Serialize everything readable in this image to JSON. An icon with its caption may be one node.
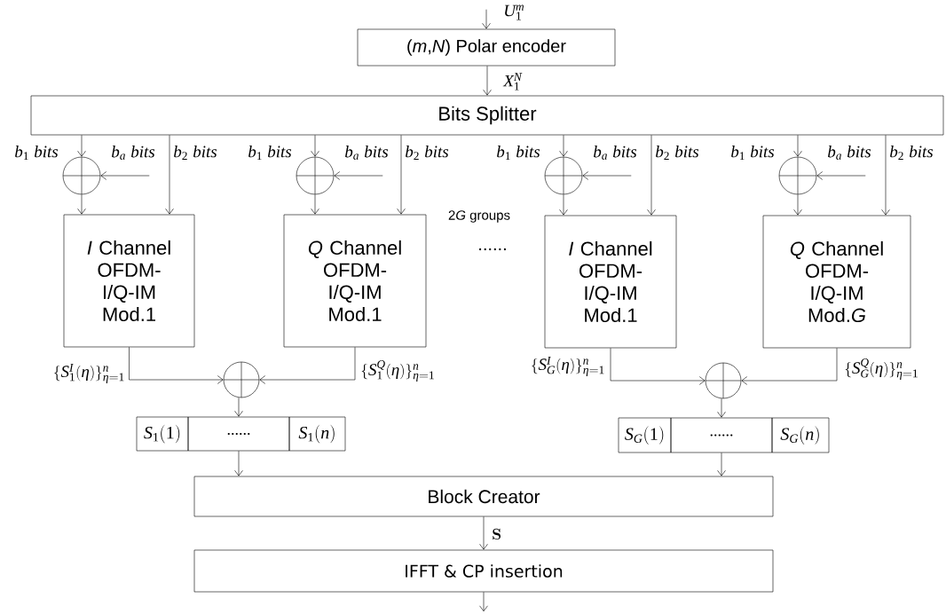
{
  "diagram": {
    "nodes": [
      {
        "text": [
          "(*m*,*N*) Polar encoder"
        ]
      },
      {
        "text": [
          "Bits Splitter"
        ]
      },
      {
        "text": [],
        "shape": "circle"
      },
      {
        "text": [
          "*I* Channel OFDM- I/Q-IM Mod.1"
        ]
      },
      {
        "text": [],
        "shape": "circle"
      },
      {
        "text": [
          "*Q* Channel OFDM- I/Q-IM Mod.1"
        ]
      },
      {
        "text": [],
        "shape": "circle"
      },
      {
        "text": [
          "*I* Channel OFDM- I/Q-IM Mod.1"
        ]
      },
      {
        "text": [],
        "shape": "circle"
      },
      {
        "text": [
          "*Q* Channel OFDM- I/Q-IM Mod.*G*"
        ]
      },
      {
        "text": [],
        "shape": "circle"
      },
      {
        "text": [
          "S_1(1)"
        ]
      },
      {
        "text": [
          "......"
        ]
      },
      {
        "text": [
          "S_1(n)"
        ]
      },
      {
        "text": [],
        "shape": "circle"
      },
      {
        "text": [
          "S_G(1)"
        ]
      },
      {
        "text": [
          "......"
        ]
      },
      {
        "text": [
          "S_G(n)"
        ]
      },
      {
        "text": [
          "Block Creator"
        ]
      },
      {
        "text": [
          "IFFT & CP insertion"
        ]
      }
    ],
    "edges": [
      {
        "from": null,
        "to": 0,
        "arrow": "to",
        "label": "U_1^{m}"
      },
      {
        "from": 0,
        "to": 1,
        "arrow": "to",
        "label": "X_1^{N}"
      },
      {
        "from": 1,
        "to": 2,
        "arrow": "to",
        "label": "b_1\\ bits"
      },
      {
        "from": null,
        "to": 2,
        "arrow": "to",
        "label": "b_a\\ bits"
      },
      {
        "from": 2,
        "to": 3,
        "arrow": "to"
      },
      {
        "from": 1,
        "to": 3,
        "arrow": "to",
        "label": "b_2\\ bits"
      },
      {
        "from": 1,
        "to": 4,
        "arrow": "to",
        "label": "b_1\\ bits"
      },
      {
        "from": null,
        "to": 4,
        "arrow": "to",
        "label": "b_a\\ bits"
      },
      {
        "from": 4,
        "to": 5,
        "arrow": "to"
      },
      {
        "from": 1,
        "to": 5,
        "arrow": "to",
        "label": "b_2\\ bits"
      },
      {
        "from": 1,
        "to": 6,
        "arrow": "to",
        "label": "b_1\\ bits"
      },
      {
        "from": null,
        "to": 6,
        "arrow": "to",
        "label": "b_a\\ bits"
      },
      {
        "from": 6,
        "to": 7,
        "arrow": "to"
      },
      {
        "from": 1,
        "to": 7,
        "arrow": "to",
        "label": "b_2\\ bits"
      },
      {
        "from": 1,
        "to": 8,
        "arrow": "to",
        "label": "b_1\\ bits"
      },
      {
        "from": null,
        "to": 8,
        "arrow": "to",
        "label": "b_a\\ bits"
      },
      {
        "from": 8,
        "to": 9,
        "arrow": "to"
      },
      {
        "from": 1,
        "to": 9,
        "arrow": "to",
        "label": "b_2\\ bits"
      },
      {
        "from": 3,
        "to": 10,
        "arrow": "to",
        "label": "\\{S_1^{I}(\\eta)\\}_{\\eta=1}^{n}"
      },
      {
        "from": 5,
        "to": 10,
        "arrow": "to",
        "label": "\\{S_1^{Q}(\\eta)\\}_{\\eta=1}^{n}"
      },
      {
        "from": 10,
        "to": 12,
        "arrow": "to"
      },
      {
        "from": 12,
        "to": 18,
        "arrow": "to"
      },
      {
        "from": 7,
        "to": 14,
        "arrow": "to",
        "label": "\\{S_G^{I}(\\eta)\\}_{\\eta=1}^{n}"
      },
      {
        "from": 9,
        "to": 14,
        "arrow": "to",
        "label": "\\{S_G^{Q}(\\eta)\\}_{\\eta=1}^{n}"
      },
      {
        "from": 14,
        "to": 16,
        "arrow": "to"
      },
      {
        "from": 16,
        "to": 18,
        "arrow": "to"
      },
      {
        "from": 18,
        "to": 19,
        "arrow": "to",
        "label": "\\mathbf{S}"
      },
      {
        "from": 19,
        "to": null,
        "arrow": "to"
      }
    ],
    "labels": [
      "\\mbox{2\\textit{G} groups}",
      "......"
    ]
  }
}
